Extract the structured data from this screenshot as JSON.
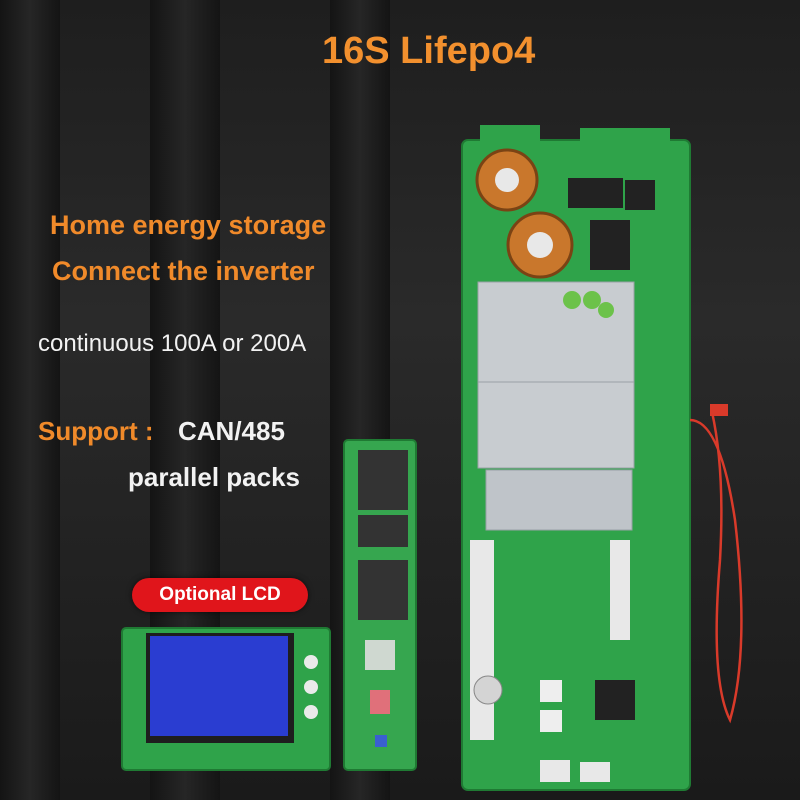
{
  "title": "16S  Lifepo4",
  "lines": {
    "line1": "Home energy storage",
    "line2": "Connect the inverter",
    "line3": "continuous 100A or 200A",
    "support_label": "Support :",
    "support_value": "CAN/485",
    "parallel": "parallel packs"
  },
  "badge": "Optional LCD",
  "colors": {
    "accent": "#f08a2a",
    "badge": "#e0151b",
    "pcb": "#2fa34a",
    "lcd": "#2a3dd1"
  }
}
